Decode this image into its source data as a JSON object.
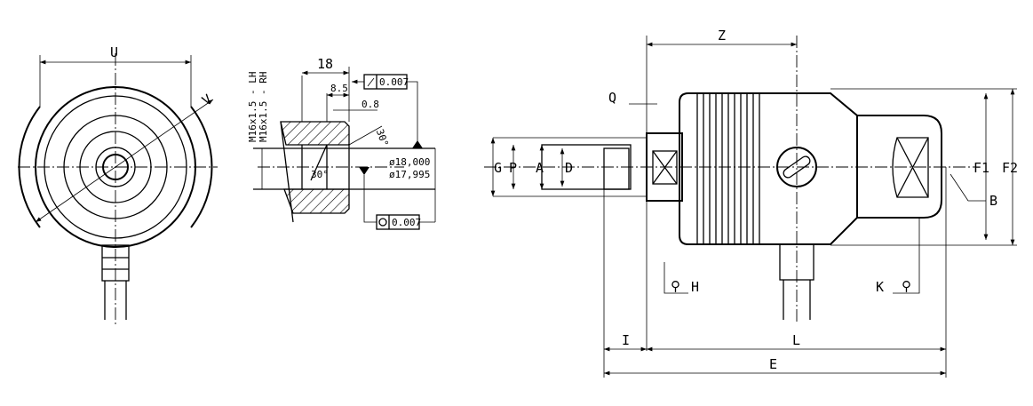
{
  "front_view": {
    "dim_u": "U",
    "dim_v": "V"
  },
  "section_detail": {
    "thread_lh": "M16x1.5 - LH",
    "thread_rh": "M16x1.5 - RH",
    "dim_18": "18",
    "dim_8_5": "8.5",
    "dim_0_8": "0.8",
    "runout_tol": "0.007",
    "concentricity_tol": "0.007",
    "angle_chamfer": "30°",
    "angle_cone": "30°",
    "dia_max": "ø18,000",
    "dia_min": "ø17,995"
  },
  "side_view": {
    "dim_z": "Z",
    "dim_q": "Q",
    "dim_g": "G",
    "dim_p": "P",
    "dim_a": "A",
    "dim_d": "D",
    "dim_h": "H",
    "dim_k": "K",
    "dim_i": "I",
    "dim_l": "L",
    "dim_e": "E",
    "dim_f1": "F1",
    "dim_f2": "F2",
    "dim_b": "B"
  }
}
